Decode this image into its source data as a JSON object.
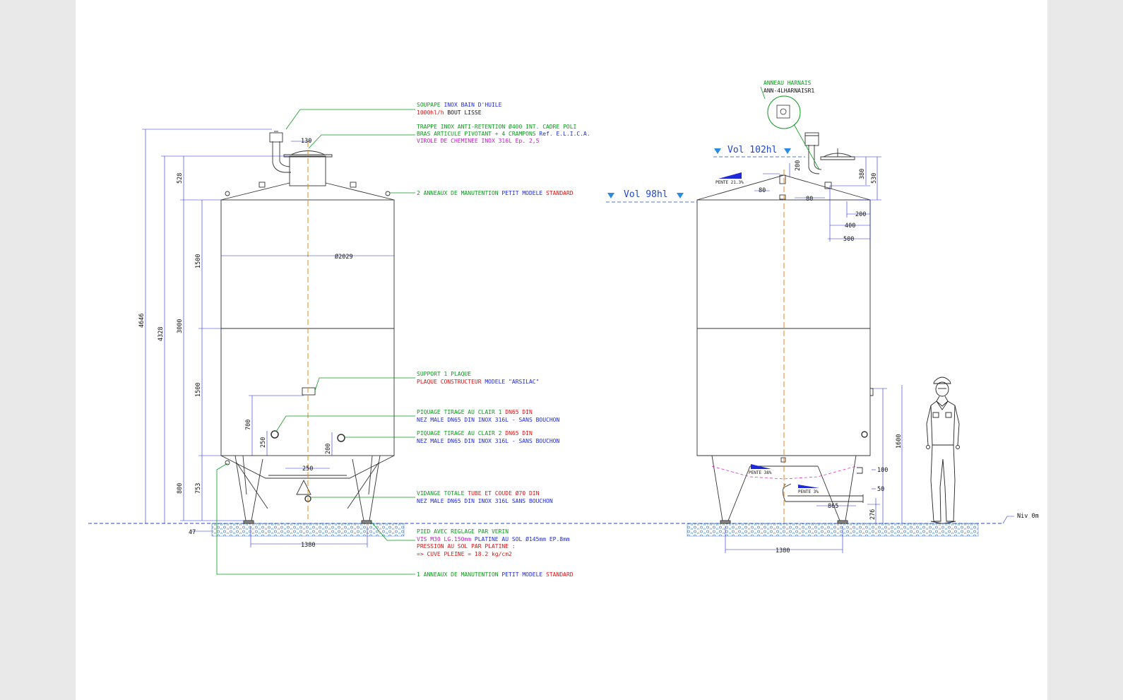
{
  "labels": {
    "soupape_1": "SOUPAPE",
    "soupape_2": "INOX BAIN D'HUILE",
    "soupape_3": "1000hl/h",
    "soupape_4": "BOUT LISSE",
    "trappe_1": "TRAPPE INOX ANTI-RETENTION Ø400 INT. CADRE POLI",
    "bras_1": "BRAS ARTICULE PIVOTANT + 4 CRAMPONS",
    "bras_2": "Ref. E.L.I.C.A.",
    "virole_1": "VIROLE DE CHEMINEE INOX 316L Ep. 2,5",
    "anneaux2_1": "2 ANNEAUX DE MANUTENTION",
    "anneaux2_2": "PETIT MODELE",
    "anneaux2_3": "STANDARD",
    "support_1": "SUPPORT 1 PLAQUE",
    "plaque_1": "PLAQUE CONSTRUCTEUR",
    "plaque_2": "MODELE \"ARSILAC\"",
    "piq1_1": "PIQUAGE TIRAGE AU CLAIR 1",
    "piq1_2": "DN65 DIN",
    "piq1_3": "NEZ MALE DN65 DIN INOX 316L - SANS BOUCHON",
    "piq2_1": "PIQUAGE TIRAGE AU CLAIR 2",
    "piq2_2": "DN65 DIN",
    "piq2_3": "NEZ MALE DN65 DIN INOX 316L - SANS BOUCHON",
    "vid_1": "VIDANGE TOTALE",
    "vid_2": "TUBE ET COUDE Ø70 DIN",
    "vid_3": "NEZ MALE DN65 DIN INOX 316L SANS BOUCHON",
    "pied_1": "PIED AVEC REGLAGE PAR VERIN",
    "pied_2": "VIS M30 LG.150mm",
    "pied_3": "PLATINE AU SOL Ø145mm EP.8mm",
    "pied_4": "PRESSION AU SOL PAR PLATINE :",
    "pied_5": "=> CUVE PLEINE = 18.2 kg/cm2",
    "anneau1_1": "1 ANNEAUX DE MANUTENTION",
    "anneau1_2": "PETIT MODELE",
    "anneau1_3": "STANDARD",
    "harnais_1": "ANNEAU HARNAIS",
    "harnais_2": "ANN-4LHARNAISR1",
    "vol_102": "Vol 102hl",
    "vol_98": "Vol 98hl",
    "pente_21": "PENTE 21.3%",
    "pente_38": "PENTE 38%",
    "pente_3": "PENTE 3%",
    "niv": "Niv 0m"
  },
  "dims": {
    "d4646": "4646",
    "d4328": "4328",
    "d3000": "3000",
    "d528": "528",
    "d1500a": "1500",
    "d1500b": "1500",
    "d700": "700",
    "d250v": "250",
    "d800": "800",
    "d753": "753",
    "d47": "47",
    "d130": "130",
    "d2029": "Ø2029",
    "d200v": "200",
    "d250h": "250",
    "d1380a": "1380",
    "d1380b": "1380",
    "d80a": "80",
    "d80b": "80",
    "d200r": "200",
    "d380": "380",
    "d530": "530",
    "d200h": "200",
    "d400": "400",
    "d500": "500",
    "d1600": "1600",
    "d100": "100",
    "d50": "50",
    "d276": "276",
    "d865": "865"
  },
  "colors": {
    "annotation_green": "#0a9a1a",
    "annotation_blue": "#1e2ad8",
    "annotation_red": "#d81414",
    "annotation_magenta": "#c21ac2",
    "axis_orange": "#e08a1e",
    "dimension_blue": "#1e2ad8"
  }
}
